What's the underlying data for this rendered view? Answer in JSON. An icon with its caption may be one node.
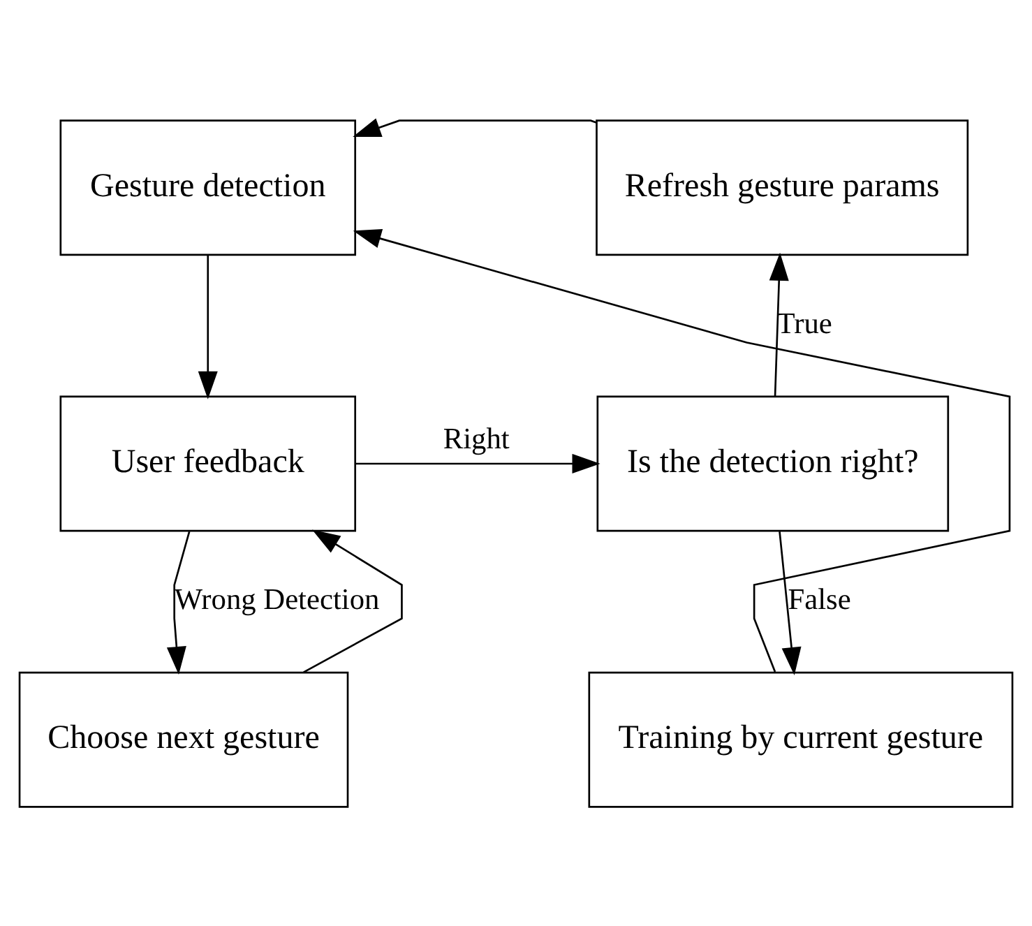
{
  "diagram": {
    "nodes": [
      {
        "text": [
          "Gesture detection"
        ]
      },
      {
        "text": [
          "Refresh gesture params"
        ]
      },
      {
        "text": [
          "User feedback"
        ]
      },
      {
        "text": [
          "Is the detection right?"
        ]
      },
      {
        "text": [
          "Choose next gesture"
        ]
      },
      {
        "text": [
          "Training by current gesture"
        ]
      }
    ],
    "edges": [
      {
        "from": 0,
        "to": 2,
        "arrow": "to"
      },
      {
        "from": 1,
        "to": 0,
        "arrow": "to"
      },
      {
        "from": 2,
        "to": 3,
        "arrow": "to",
        "label": "Right"
      },
      {
        "from": 3,
        "to": 1,
        "arrow": "to",
        "label": "True"
      },
      {
        "from": 3,
        "to": 5,
        "arrow": "to",
        "label": "False"
      },
      {
        "from": 2,
        "to": 4,
        "arrow": "to",
        "label": "Wrong Detection"
      },
      {
        "from": 4,
        "to": 2,
        "arrow": "to"
      },
      {
        "from": 5,
        "to": 0,
        "arrow": "to"
      }
    ]
  }
}
